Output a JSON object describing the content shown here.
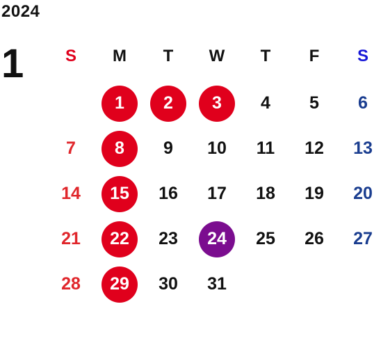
{
  "year": "2024",
  "month": "1",
  "colors": {
    "holiday_circle": "#e0001c",
    "special_circle": "#7b0d8f",
    "sunday_text": "#e0262b",
    "saturday_text": "#1a3d8f",
    "weekday_text": "#111111"
  },
  "weekdays": [
    {
      "label": "S",
      "kind": "sun"
    },
    {
      "label": "M",
      "kind": "weekday"
    },
    {
      "label": "T",
      "kind": "weekday"
    },
    {
      "label": "W",
      "kind": "weekday"
    },
    {
      "label": "T",
      "kind": "weekday"
    },
    {
      "label": "F",
      "kind": "weekday"
    },
    {
      "label": "S",
      "kind": "sat"
    }
  ],
  "weeks": [
    [
      {
        "label": "",
        "kind": "empty"
      },
      {
        "label": "1",
        "kind": "holiday"
      },
      {
        "label": "2",
        "kind": "holiday"
      },
      {
        "label": "3",
        "kind": "holiday"
      },
      {
        "label": "4",
        "kind": "weekday"
      },
      {
        "label": "5",
        "kind": "weekday"
      },
      {
        "label": "6",
        "kind": "sat"
      }
    ],
    [
      {
        "label": "7",
        "kind": "sun"
      },
      {
        "label": "8",
        "kind": "holiday"
      },
      {
        "label": "9",
        "kind": "weekday"
      },
      {
        "label": "10",
        "kind": "weekday"
      },
      {
        "label": "11",
        "kind": "weekday"
      },
      {
        "label": "12",
        "kind": "weekday"
      },
      {
        "label": "13",
        "kind": "sat"
      }
    ],
    [
      {
        "label": "14",
        "kind": "sun"
      },
      {
        "label": "15",
        "kind": "holiday"
      },
      {
        "label": "16",
        "kind": "weekday"
      },
      {
        "label": "17",
        "kind": "weekday"
      },
      {
        "label": "18",
        "kind": "weekday"
      },
      {
        "label": "19",
        "kind": "weekday"
      },
      {
        "label": "20",
        "kind": "sat"
      }
    ],
    [
      {
        "label": "21",
        "kind": "sun"
      },
      {
        "label": "22",
        "kind": "holiday"
      },
      {
        "label": "23",
        "kind": "weekday"
      },
      {
        "label": "24",
        "kind": "special"
      },
      {
        "label": "25",
        "kind": "weekday"
      },
      {
        "label": "26",
        "kind": "weekday"
      },
      {
        "label": "27",
        "kind": "sat"
      }
    ],
    [
      {
        "label": "28",
        "kind": "sun"
      },
      {
        "label": "29",
        "kind": "holiday"
      },
      {
        "label": "30",
        "kind": "weekday"
      },
      {
        "label": "31",
        "kind": "weekday"
      },
      {
        "label": "",
        "kind": "empty"
      },
      {
        "label": "",
        "kind": "empty"
      },
      {
        "label": "",
        "kind": "empty"
      }
    ]
  ]
}
